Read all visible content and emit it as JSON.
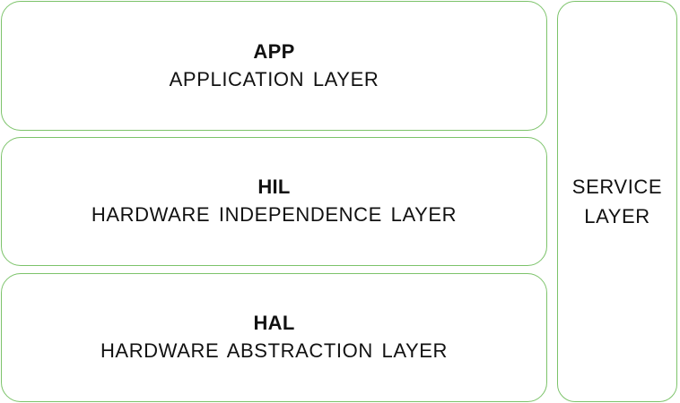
{
  "layers": {
    "app": {
      "abbr": "APP",
      "name": "APPLICATION LAYER"
    },
    "hil": {
      "abbr": "HIL",
      "name": "HARDWARE INDEPENDENCE LAYER"
    },
    "hal": {
      "abbr": "HAL",
      "name": "HARDWARE ABSTRACTION LAYER"
    }
  },
  "service": {
    "line1": "SERVICE",
    "line2": "LAYER"
  },
  "colors": {
    "border": "#7cc36a",
    "text": "#111111",
    "background": "#ffffff"
  }
}
